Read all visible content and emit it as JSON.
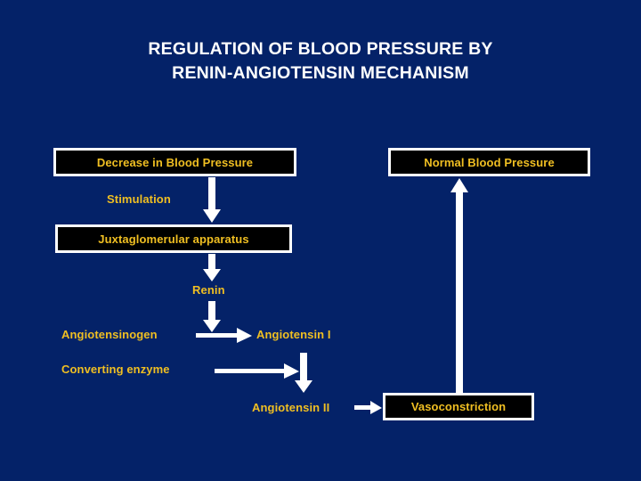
{
  "slide": {
    "background_color": "#042268",
    "box_fill_color": "#000000",
    "box_border_color": "#ffffff",
    "text_gold_color": "#f0bf22",
    "title_color": "#ffffff",
    "arrow_color": "#ffffff"
  },
  "title": {
    "line1": "REGULATION OF BLOOD PRESSURE BY",
    "line2": "RENIN-ANGIOTENSIN MECHANISM"
  },
  "boxes": {
    "decrease_bp": "Decrease in Blood Pressure",
    "normal_bp": "Normal Blood Pressure",
    "juxtaglomerular": "Juxtaglomerular apparatus",
    "vasoconstriction": "Vasoconstriction"
  },
  "labels": {
    "stimulation": "Stimulation",
    "renin": "Renin",
    "angiotensinogen": "Angiotensinogen",
    "angiotensin_1": "Angiotensin I",
    "converting_enzyme": "Converting enzyme",
    "angiotensin_2": "Angiotensin II"
  },
  "arrows": [
    {
      "name": "decrease-bp-to-juxtaglomerular",
      "direction": "down"
    },
    {
      "name": "juxtaglomerular-to-renin",
      "direction": "down"
    },
    {
      "name": "renin-to-angiotensinogen",
      "direction": "down"
    },
    {
      "name": "angiotensinogen-to-angiotensin-1",
      "direction": "right"
    },
    {
      "name": "converting-enzyme-to-angiotensin-2",
      "direction": "right"
    },
    {
      "name": "angiotensin-1-to-angiotensin-2",
      "direction": "down"
    },
    {
      "name": "angiotensin-2-to-vasoconstriction",
      "direction": "right"
    },
    {
      "name": "vasoconstriction-to-normal-bp",
      "direction": "up"
    }
  ]
}
